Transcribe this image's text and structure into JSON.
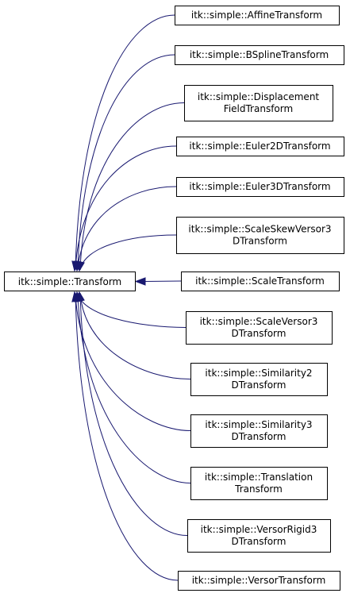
{
  "diagram": {
    "root": {
      "id": "transform",
      "label": "itk::simple::Transform"
    },
    "children": [
      {
        "id": "affine",
        "lines": [
          "itk::simple::AffineTransform"
        ]
      },
      {
        "id": "bspline",
        "lines": [
          "itk::simple::BSplineTransform"
        ]
      },
      {
        "id": "displacement",
        "lines": [
          "itk::simple::Displacement",
          "FieldTransform"
        ]
      },
      {
        "id": "euler2d",
        "lines": [
          "itk::simple::Euler2DTransform"
        ]
      },
      {
        "id": "euler3d",
        "lines": [
          "itk::simple::Euler3DTransform"
        ]
      },
      {
        "id": "scaleskew",
        "lines": [
          "itk::simple::ScaleSkewVersor3",
          "DTransform"
        ]
      },
      {
        "id": "scale",
        "lines": [
          "itk::simple::ScaleTransform"
        ]
      },
      {
        "id": "scaleversor",
        "lines": [
          "itk::simple::ScaleVersor3",
          "DTransform"
        ]
      },
      {
        "id": "similarity2",
        "lines": [
          "itk::simple::Similarity2",
          "DTransform"
        ]
      },
      {
        "id": "similarity3",
        "lines": [
          "itk::simple::Similarity3",
          "DTransform"
        ]
      },
      {
        "id": "translation",
        "lines": [
          "itk::simple::Translation",
          "Transform"
        ]
      },
      {
        "id": "versorrigid",
        "lines": [
          "itk::simple::VersorRigid3",
          "DTransform"
        ]
      },
      {
        "id": "versor",
        "lines": [
          "itk::simple::VersorTransform"
        ]
      }
    ],
    "colors": {
      "edge": "#191970",
      "border": "#000000",
      "background": "#ffffff"
    }
  }
}
